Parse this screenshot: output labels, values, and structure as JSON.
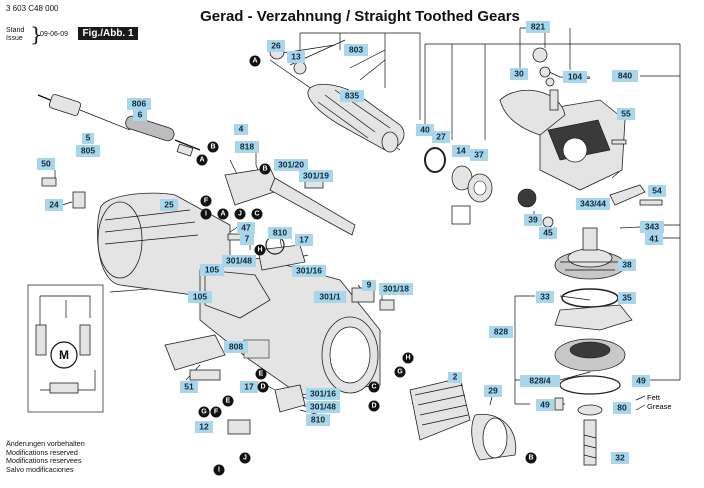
{
  "header": {
    "doc_number": "3 603 C48 000",
    "stand_label": "Stand",
    "issue_label": "Issue",
    "date": "09-06-09",
    "fig_label": "Fig./Abb. 1",
    "title": "Gerad - Verzahnung / Straight Toothed Gears"
  },
  "footer": {
    "lines": [
      "Änderungen vorbehalten",
      "Modifications reserved",
      "Modifications reservees",
      "Salvo modificaciones"
    ]
  },
  "grease_text": [
    "Fett",
    "Grease"
  ],
  "motor_symbol": "M",
  "part_labels": {
    "p821": "821",
    "p26": "26",
    "p13": "13",
    "p803": "803",
    "p30": "30",
    "p104": "104",
    "p840": "840",
    "p806": "806",
    "p6": "6",
    "p5": "5",
    "p805": "805",
    "p835": "835",
    "p40": "40",
    "p27": "27",
    "p14": "14",
    "p37": "37",
    "p55": "55",
    "p4": "4",
    "p818": "818",
    "p301_20": "301/20",
    "p301_19": "301/19",
    "p50": "50",
    "p24": "24",
    "p25": "25",
    "p47": "47",
    "p7": "7",
    "p810a": "810",
    "p17a": "17",
    "p54": "54",
    "p343_44": "343/44",
    "p343": "343",
    "p41": "41",
    "p39": "39",
    "p45": "45",
    "p38": "38",
    "p105a": "105",
    "p301_48a": "301/48",
    "p301_16a": "301/16",
    "p105b": "105",
    "p9": "9",
    "p301_18": "301/18",
    "p301_1": "301/1",
    "p33": "33",
    "p35": "35",
    "p828": "828",
    "p808": "808",
    "p2": "2",
    "p51": "51",
    "p17b": "17",
    "p301_16b": "301/16",
    "p301_48b": "301/48",
    "p810b": "810",
    "p29": "29",
    "p828_4": "828/4",
    "p49a": "49",
    "p49b": "49",
    "p80": "80",
    "p12": "12",
    "p32": "32"
  },
  "ref_letters": {
    "a1": "A",
    "a2": "A",
    "b1": "B",
    "b2": "B",
    "b3": "B",
    "c1": "C",
    "c2": "C",
    "d1": "D",
    "d2": "D",
    "e1": "E",
    "e2": "E",
    "f1": "F",
    "f2": "F",
    "g1": "G",
    "g2": "G",
    "h1": "H",
    "h2": "H",
    "i1": "I",
    "i2": "I",
    "j1": "J",
    "j2": "J"
  }
}
